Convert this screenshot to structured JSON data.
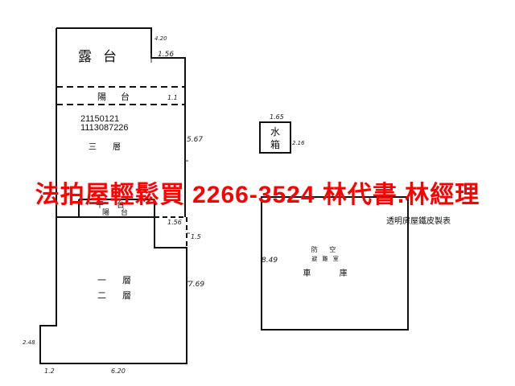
{
  "plan": {
    "top_room_label": "露台",
    "balcony_label": "陽台",
    "third_floor_label": "三層",
    "id_line_1": "21150121",
    "id_line_2": "1113087226",
    "water_tank_label_1": "水",
    "water_tank_label_2": "箱",
    "stair_balcony_label_1": "平台",
    "stair_balcony_label_2": "陽台",
    "floor_1_label": "一層",
    "floor_2_label": "二層",
    "annex_label_1": "防 空",
    "annex_label_2": "避 難 室",
    "annex_label_3": "車 庫",
    "annex_note": "透明房屋鐵皮製表",
    "dim_top_right": "1.56",
    "dim_top_edge": "4.20",
    "dim_balcony": "1.1",
    "dim_third_floor": "5.67",
    "dim_tank_top": "1.65",
    "dim_tank_side": "2.16",
    "dim_stair_step": "1.56",
    "dim_stair_side": "1.5",
    "dim_lower_side": "7.69",
    "dim_annex_side": "8.49",
    "dim_bottom_left_notch": "2.48",
    "dim_bottom_left": "1.2",
    "dim_bottom": "6.20"
  },
  "banner": {
    "text": "法拍屋輕鬆買 2266-3524 林代書.林經理"
  }
}
